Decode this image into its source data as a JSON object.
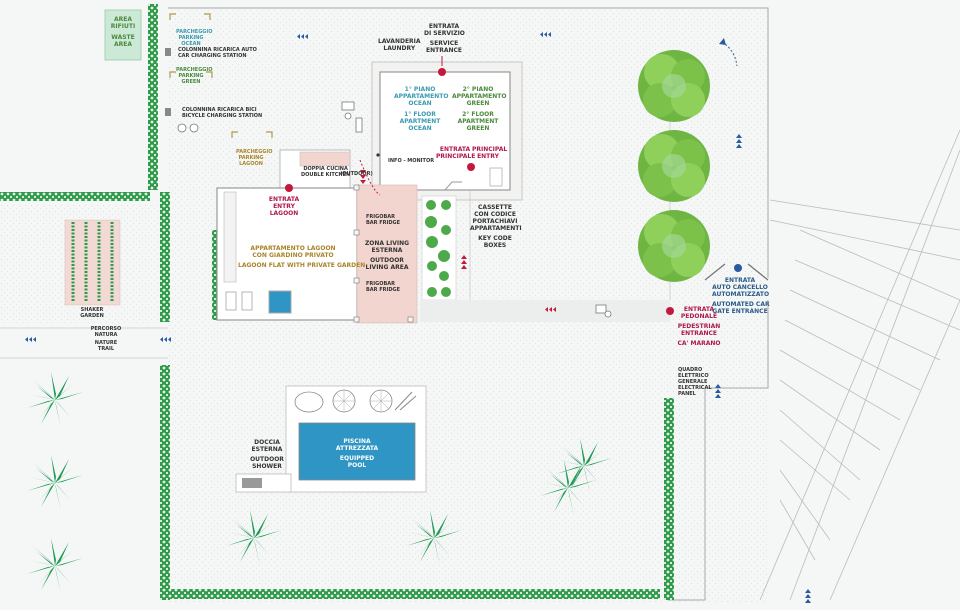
{
  "colors": {
    "background": "#f3f5f4",
    "hedge": "#2e9a4a",
    "wall": "#a8a8a8",
    "pool": "#2f95c4",
    "living_area": "#f2d5cf",
    "tree": "#7cc24a",
    "palm": "#1e9a52",
    "accent_red": "#c4183c",
    "accent_blue": "#2a6ab0"
  },
  "labels": {
    "waste": {
      "it": "AREA RIFIUTI",
      "en": "WASTE AREA"
    },
    "parking_ocean": {
      "it": "PARCHEGGIO PARKING",
      "en": "OCEAN"
    },
    "car_charging": {
      "it": "COLONNINA RICARICA AUTO",
      "en": "CAR CHARGING STATION"
    },
    "parking_green": {
      "it": "PARCHEGGIO PARKING",
      "en": "GREEN"
    },
    "bike_charging": {
      "it": "COLONNINA RICARICA BICI",
      "en": "BICYCLE CHARGING STATION"
    },
    "parking_lagoon": {
      "it": "PARCHEGGIO PARKING",
      "en": "LAGOON"
    },
    "laundry": {
      "it": "LAVANDERIA",
      "en": "LAUNDRY"
    },
    "service_entrance": {
      "it1": "ENTRATA",
      "it2": "DI SERVIZIO",
      "en1": "SERVICE",
      "en2": "ENTRANCE"
    },
    "apt_ocean": {
      "it1": "1° PIANO",
      "it2": "APPARTAMENTO",
      "it3": "OCEAN",
      "en1": "1° FLOOR",
      "en2": "APARTMENT",
      "en3": "OCEAN"
    },
    "apt_green": {
      "it1": "2° PIANO",
      "it2": "APPARTAMENTO",
      "it3": "GREEN",
      "en1": "2° FLOOR",
      "en2": "APARTMENT",
      "en3": "GREEN"
    },
    "main_entrance": {
      "it1": "ENTRATA",
      "it2": "PRINCIPALE",
      "en1": "PRINCIPAL",
      "en2": "ENTRY"
    },
    "info_monitor": "INFO - MONITOR",
    "double_kitchen": {
      "it": "DOPPIA CUCINA",
      "en": "DOUBLE KITCHEN"
    },
    "outdoor_tag": "(OUTDOOR)",
    "entry_lagoon": {
      "it": "ENTRATA",
      "en1": "ENTRY",
      "en2": "LAGOON"
    },
    "apt_lagoon": {
      "it1": "APPARTAMENTO LAGOON",
      "it2": "CON GIARDINO PRIVATO",
      "en": "LAGOON FLAT WITH PRIVATE GARDEN"
    },
    "fridge_top": {
      "it": "FRIGOBAR",
      "en": "BAR FRIDGE"
    },
    "fridge_bottom": {
      "it": "FRIGOBAR",
      "en": "BAR FRIDGE"
    },
    "living_area": {
      "it1": "ZONA LIVING",
      "it2": "ESTERNA",
      "en1": "OUTDOOR",
      "en2": "LIVING AREA"
    },
    "keybox": {
      "it1": "CASSETTE",
      "it2": "CON CODICE",
      "it3": "PORTACHIAVI",
      "it4": "APPARTAMENTI",
      "en1": "KEY CODE",
      "en2": "BOXES"
    },
    "gate": {
      "it1": "ENTRATA",
      "it2": "AUTO CANCELLO",
      "it3": "AUTOMATIZZATO",
      "en1": "AUTOMATED CAR",
      "en2": "GATE ENTRANCE"
    },
    "pedestrian": {
      "it1": "ENTRATA",
      "it2": "PEDONALE",
      "en1": "PEDESTRIAN",
      "en2": "ENTRANCE",
      "name": "CA' MARANO"
    },
    "electrical": {
      "it1": "QUADRO",
      "it2": "ELETTRICO",
      "it3": "GENERALE",
      "en1": "ELECTRICAL",
      "en2": "PANEL"
    },
    "shaker": {
      "l1": "SHAKER",
      "l2": "GARDEN"
    },
    "trail": {
      "it1": "PERCORSO",
      "it2": "NATURA",
      "en1": "NATURE",
      "en2": "TRAIL"
    },
    "shower": {
      "it1": "DOCCIA",
      "it2": "ESTERNA",
      "en1": "OUTDOOR",
      "en2": "SHOWER"
    },
    "pool": {
      "it1": "PISCINA",
      "it2": "ATTREZZATA",
      "en1": "EQUIPPED",
      "en2": "POOL"
    }
  }
}
